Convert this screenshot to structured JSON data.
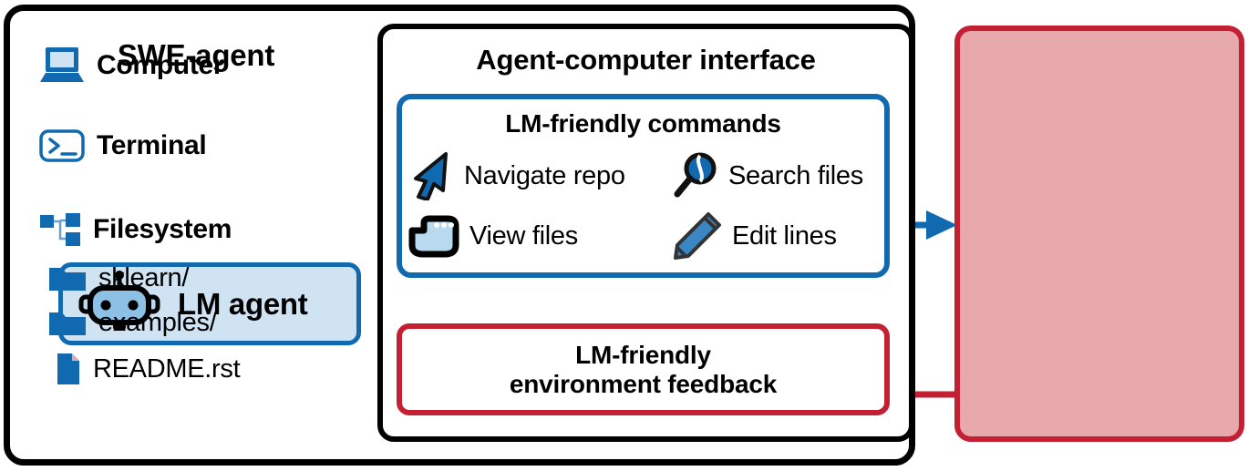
{
  "diagram": {
    "title": "SWE-agent",
    "agent_computer_interface": {
      "title": "Agent-computer interface",
      "commands_box": {
        "title": "LM-friendly commands",
        "items": [
          {
            "icon": "cursor-arrow-icon",
            "label": "Navigate repo"
          },
          {
            "icon": "magnifier-icon",
            "label": "Search files"
          },
          {
            "icon": "window-icon",
            "label": "View files"
          },
          {
            "icon": "pencil-icon",
            "label": "Edit lines"
          }
        ]
      },
      "feedback_box": {
        "line1": "LM-friendly",
        "line2": "environment feedback"
      }
    },
    "lm_agent": {
      "label": "LM agent",
      "icon": "robot-head-icon"
    },
    "environment": {
      "rows": [
        {
          "icon": "laptop-icon",
          "label": "Computer",
          "bold": true
        },
        {
          "icon": "terminal-icon",
          "label": "Terminal",
          "bold": true
        },
        {
          "icon": "tree-icon",
          "label": "Filesystem",
          "bold": true
        },
        {
          "icon": "folder-icon",
          "label": "sklearn/",
          "bold": false
        },
        {
          "icon": "folder-icon",
          "label": "examples/",
          "bold": false
        },
        {
          "icon": "file-icon",
          "label": "README.rst",
          "bold": false
        }
      ]
    },
    "colors": {
      "blue": "#1169b0",
      "red": "#c32034",
      "black": "#000000",
      "panel_pink": "#e8a9ad",
      "agent_fill": "#cfe3f2",
      "icon_light_blue": "#b9d9ee"
    },
    "connectors": [
      {
        "name": "commands-to-environment",
        "color": "#1169b0",
        "direction": "right"
      },
      {
        "name": "commands-to-lm-agent",
        "color": "#1169b0",
        "direction": "left-down"
      },
      {
        "name": "environment-to-feedback",
        "color": "#c32034",
        "direction": "left"
      },
      {
        "name": "feedback-to-lm-agent",
        "color": "#c32034",
        "direction": "up"
      }
    ]
  }
}
